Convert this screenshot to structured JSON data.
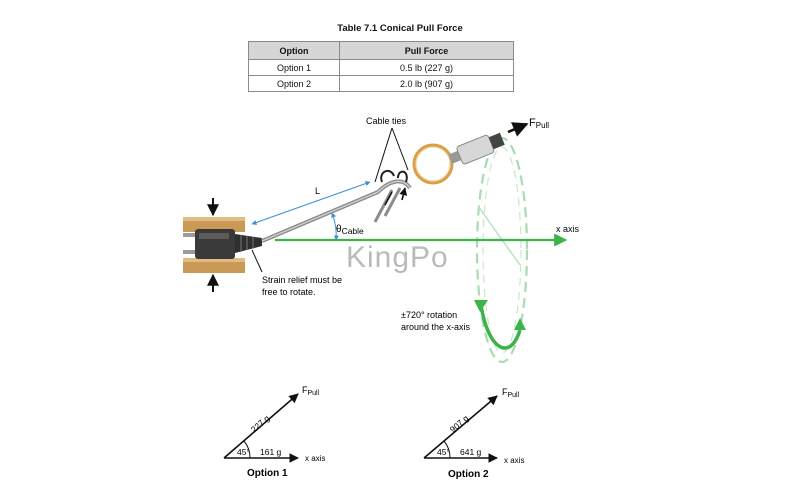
{
  "table": {
    "title": "Table 7.1  Conical Pull Force",
    "headers": [
      "Option",
      "Pull Force"
    ],
    "rows": [
      {
        "option": "Option 1",
        "force": "0.5 lb (227 g)"
      },
      {
        "option": "Option 2",
        "force": "2.0 lb (907 g)"
      }
    ]
  },
  "diagram": {
    "cable_ties_label": "Cable ties",
    "f_pull_main": "F",
    "f_pull_sub": "Pull",
    "length_label": "L",
    "theta_symbol": "θ",
    "theta_sub": "Cable",
    "x_axis_label": "x axis",
    "strain_relief_line1": "Strain relief must be",
    "strain_relief_line2": "free to rotate.",
    "rotation_line1": "±720° rotation",
    "rotation_line2": "around the x-axis",
    "watermark": "KingPo"
  },
  "vectors": [
    {
      "caption": "Option 1",
      "pull_value": "227 g",
      "x_value": "161 g",
      "angle": "45°",
      "f_main": "F",
      "f_sub": "Pull",
      "x_label": "x axis"
    },
    {
      "caption": "Option 2",
      "pull_value": "907 g",
      "x_value": "641 g",
      "angle": "45°",
      "f_main": "F",
      "f_sub": "Pull",
      "x_label": "x axis"
    }
  ],
  "colors": {
    "x_axis": "#3cb44a",
    "rotation": "#3cb44a",
    "dimension": "#3a8fd6",
    "clamp": "#c99a55",
    "ring": "#d9a04a"
  }
}
